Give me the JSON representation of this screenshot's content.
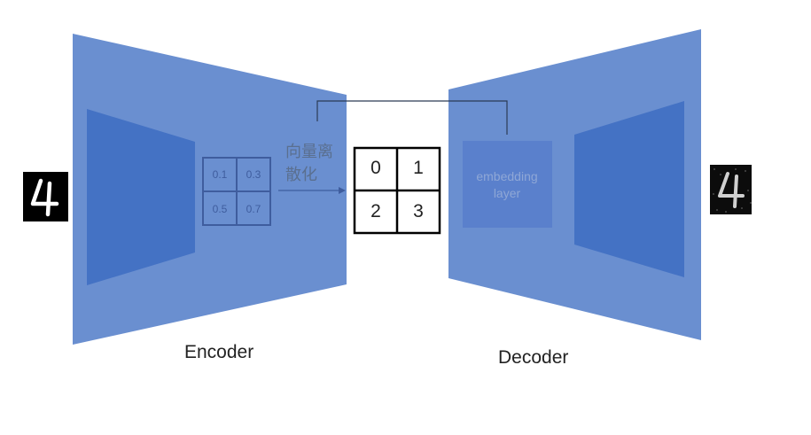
{
  "encoder": {
    "label": "Encoder"
  },
  "decoder": {
    "label": "Decoder"
  },
  "quantization": {
    "label_line1": "向量离",
    "label_line2": "散化"
  },
  "latent_grid": {
    "values": [
      "0.1",
      "0.3",
      "0.5",
      "0.7"
    ]
  },
  "codebook_grid": {
    "indices": [
      "0",
      "1",
      "2",
      "3"
    ]
  },
  "embedding_layer": {
    "label_line1": "embedding",
    "label_line2": "layer"
  },
  "input_image": {
    "digit": "4"
  },
  "output_image": {
    "digit": "4"
  },
  "colors": {
    "outer_trapezoid": "#6a8fd0",
    "inner_trapezoid": "#4472c4",
    "latent_border": "#3f5d9e",
    "embedding_box": "#5a80cc",
    "codebook_border": "#000000"
  }
}
